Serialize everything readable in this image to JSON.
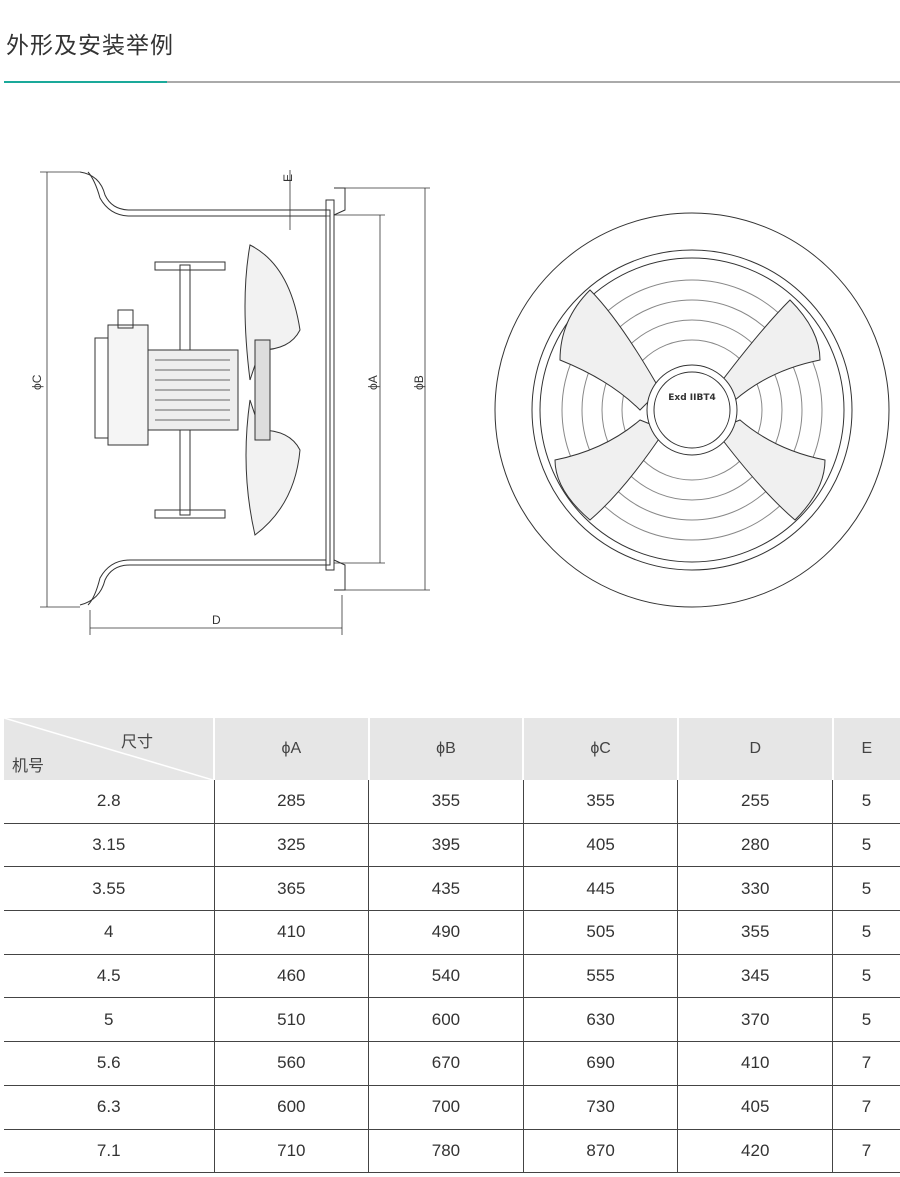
{
  "page": {
    "title": "外形及安装举例",
    "accent_color": "#1aa99a"
  },
  "drawing": {
    "labels": {
      "a": "ϕA",
      "b": "ϕB",
      "c": "ϕC",
      "d": "D",
      "e": "E"
    },
    "motor_marking": "Exd IIBT4"
  },
  "table": {
    "corner_top": "尺寸",
    "corner_bottom": "机号",
    "columns": [
      "ϕA",
      "ϕB",
      "ϕC",
      "D",
      "E"
    ],
    "rows": [
      [
        "2.8",
        "285",
        "355",
        "355",
        "255",
        "5"
      ],
      [
        "3.15",
        "325",
        "395",
        "405",
        "280",
        "5"
      ],
      [
        "3.55",
        "365",
        "435",
        "445",
        "330",
        "5"
      ],
      [
        "4",
        "410",
        "490",
        "505",
        "355",
        "5"
      ],
      [
        "4.5",
        "460",
        "540",
        "555",
        "345",
        "5"
      ],
      [
        "5",
        "510",
        "600",
        "630",
        "370",
        "5"
      ],
      [
        "5.6",
        "560",
        "670",
        "690",
        "410",
        "7"
      ],
      [
        "6.3",
        "600",
        "700",
        "730",
        "405",
        "7"
      ],
      [
        "7.1",
        "710",
        "780",
        "870",
        "420",
        "7"
      ]
    ]
  }
}
